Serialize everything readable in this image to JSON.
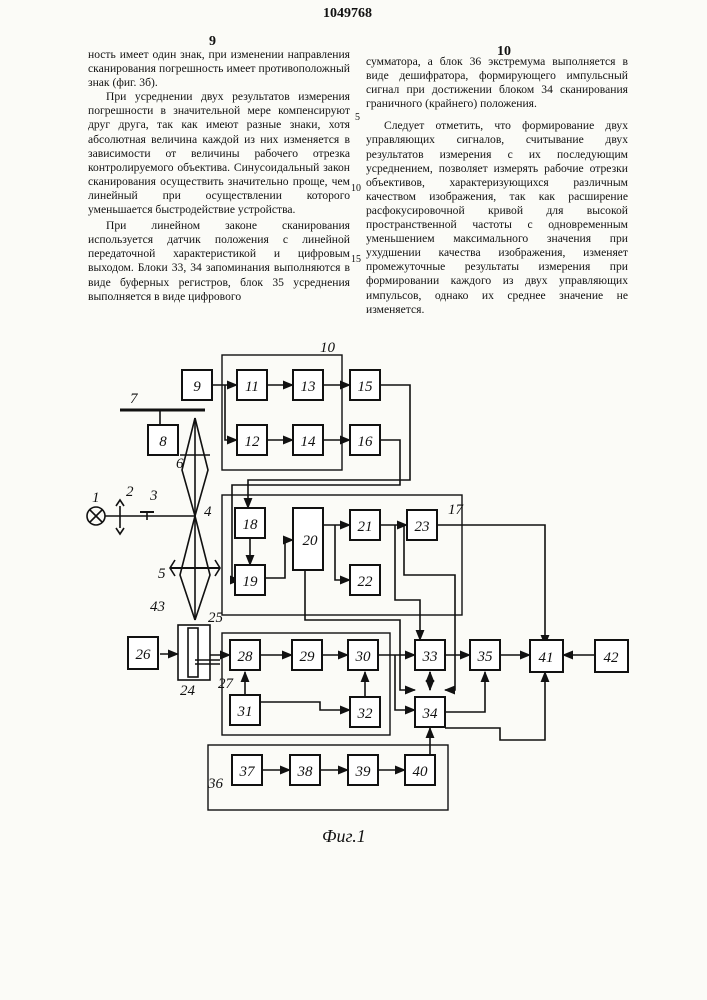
{
  "header": {
    "page_left": "9",
    "patent_number": "1049768",
    "page_right": "10"
  },
  "left_column": {
    "paragraphs": [
      "ность имеет один знак, при изменении направления сканирования погрешность имеет противоположный знак (фиг. 3б).",
      "При усреднении двух результатов измерения погрешности в значительной мере компенсируют друг друга, так как имеют разные знаки, хотя абсолютная величина каждой из них изменяется в зависимости от величины рабочего отрезка контролируемого объектива. Синусоидальный закон сканирования осуществить значительно проще, чем линейный при осуществлении которого уменьшается быстродействие устройства.",
      "При линейном законе сканирования используется датчик положения с линейной передаточной характеристикой и цифровым выходом. Блоки 33, 34 запоминания выполняются в виде буферных регистров, блок 35 усреднения выполняется в виде цифрового"
    ]
  },
  "right_column": {
    "paragraphs": [
      "сумматора, а блок 36 экстремума выполняется в виде дешифратора, формирующего импульсный сигнал при достижении блоком 34 сканирования граничного (крайнего) положения.",
      "Следует отметить, что формирование двух управляющих сигналов, считывание двух результатов измерения с их последующим усреднением, позволяет измерять рабочие отрезки объективов, характеризующихся различным качеством изображения, так как расширение расфокусировочной кривой для высокой пространственной частоты с одновременным уменьшением максимального значения при ухудшении качества изображения, изменяет промежуточные результаты измерения при формировании каждого из двух управляющих импульсов, однако их среднее значение не изменяется."
    ]
  },
  "line_numbers": [
    "5",
    "10",
    "15"
  ],
  "figure": {
    "caption": "Фиг.1",
    "blocks": [
      "8",
      "9",
      "11",
      "12",
      "13",
      "14",
      "15",
      "16",
      "18",
      "19",
      "20",
      "21",
      "22",
      "23",
      "26",
      "28",
      "29",
      "30",
      "31",
      "32",
      "33",
      "34",
      "35",
      "37",
      "38",
      "39",
      "40",
      "41",
      "42"
    ],
    "labels": [
      "1",
      "2",
      "3",
      "4",
      "5",
      "6",
      "7",
      "10",
      "17",
      "24",
      "25",
      "27",
      "36",
      "43"
    ]
  }
}
